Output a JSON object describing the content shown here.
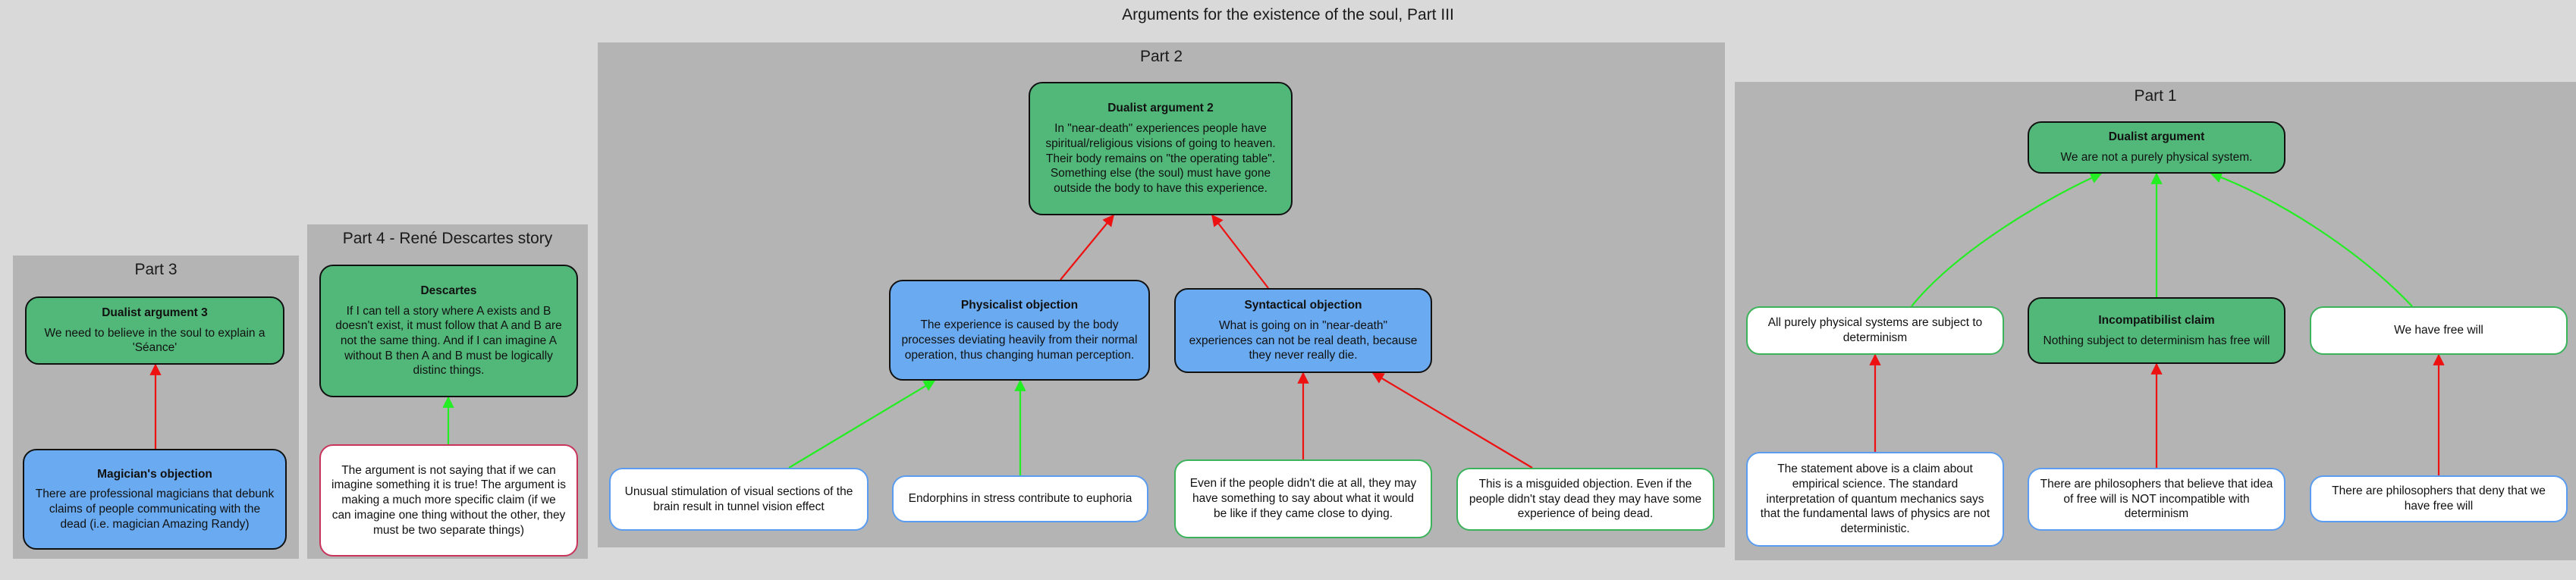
{
  "title": "Arguments for the existence of the soul, Part III",
  "colors": {
    "support": "#22ee22",
    "attack": "#ee1111",
    "argument": "#52b87a",
    "objection": "#6aaaf0"
  },
  "panels": {
    "part3": "Part 3",
    "part4": "Part 4 - René Descartes story",
    "part2": "Part 2",
    "part1": "Part 1"
  },
  "nodes": {
    "dualist3": {
      "title": "Dualist argument 3",
      "text": "We need to believe in the soul to explain a 'Séance'"
    },
    "magician": {
      "title": "Magician's objection",
      "text": "There are professional magicians that debunk claims of people communicating with the dead (i.e. magician Amazing Randy)"
    },
    "descartes": {
      "title": "Descartes",
      "text": "If I can tell a story where A exists and B doesn't exist, it must follow that A and B are not the same thing. And if I can imagine A without B then A and B must be logically distinc things."
    },
    "not_saying": {
      "text": "The argument is not saying that if we can imagine something it is true! The argument is making a much more specific claim (if we can imagine one thing without the other, they must be two separate things)"
    },
    "dualist2": {
      "title": "Dualist argument 2",
      "text": "In \"near-death\" experiences people have spiritual/religious visions of going to heaven. Their body remains on \"the operating table\". Something else (the soul) must have gone outside the body to have this experience."
    },
    "physicalist": {
      "title": "Physicalist objection",
      "text": "The experience is caused by the body processes deviating heavily from their normal operation, thus changing human perception."
    },
    "syntactical": {
      "title": "Syntactical objection",
      "text": "What is going on in \"near-death\" experiences can not be real death, because they never really die."
    },
    "unusual": {
      "text": "Unusual stimulation of visual sections of the brain result in tunnel vision effect"
    },
    "endorphins": {
      "text": "Endorphins in stress contribute to euphoria"
    },
    "even_if": {
      "text": "Even if the people didn't die at all, they may have something to say about what it would be like if they came close to dying."
    },
    "misguided": {
      "text": "This is a misguided objection. Even if the people didn't stay dead they may have some experience of being dead."
    },
    "dualist1": {
      "title": "Dualist argument",
      "text": "We are not a purely physical system."
    },
    "purely": {
      "text": "All purely physical systems are subject to determinism"
    },
    "incompat": {
      "title": "Incompatibilist claim",
      "text": "Nothing subject to determinism has free will"
    },
    "freewill": {
      "text": "We have free will"
    },
    "statement": {
      "text": "The statement above is a claim about empirical science. The standard interpretation of quantum mechanics says that the fundamental laws of physics are not deterministic."
    },
    "philos_believe": {
      "text": "There are philosophers that believe that idea of free will is NOT incompatible with determinism"
    },
    "philos_deny": {
      "text": "There are philosophers that deny that we have free will"
    }
  }
}
